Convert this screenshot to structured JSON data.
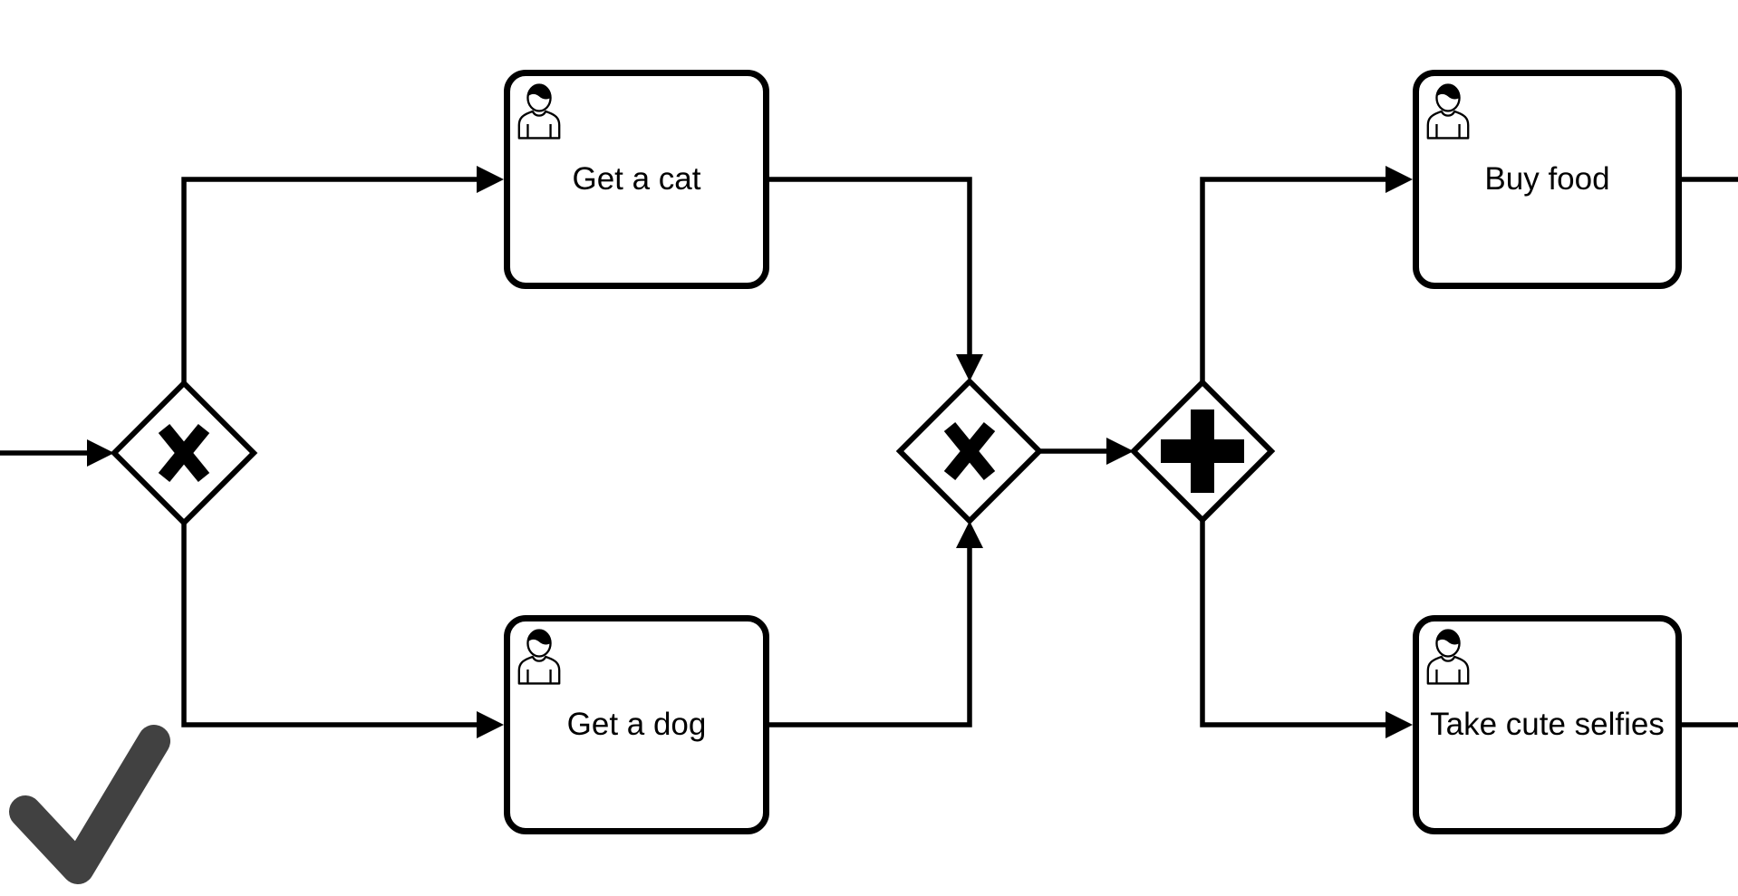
{
  "diagram": {
    "kind": "bpmn-process",
    "background_color": "#ffffff",
    "stroke_color": "#000000",
    "tasks": [
      {
        "id": "get-a-cat",
        "label": "Get a cat",
        "type": "user-task",
        "icon": "user-icon"
      },
      {
        "id": "get-a-dog",
        "label": "Get a dog",
        "type": "user-task",
        "icon": "user-icon"
      },
      {
        "id": "buy-food",
        "label": "Buy food",
        "type": "user-task",
        "icon": "user-icon"
      },
      {
        "id": "take-cute-selfies",
        "label": "Take cute selfies",
        "type": "user-task",
        "icon": "user-icon"
      }
    ],
    "gateways": [
      {
        "id": "exclusive-split",
        "type": "exclusive",
        "marker": "X",
        "role": "split"
      },
      {
        "id": "exclusive-join",
        "type": "exclusive",
        "marker": "X",
        "role": "join"
      },
      {
        "id": "parallel-split",
        "type": "parallel",
        "marker": "+",
        "role": "split"
      }
    ],
    "flows": [
      {
        "from": "left-edge (cropped)",
        "to": "exclusive-split",
        "arrowhead": true
      },
      {
        "from": "exclusive-split",
        "to": "get-a-cat",
        "arrowhead": true
      },
      {
        "from": "exclusive-split",
        "to": "get-a-dog",
        "arrowhead": true
      },
      {
        "from": "get-a-cat",
        "to": "exclusive-join",
        "arrowhead": true
      },
      {
        "from": "get-a-dog",
        "to": "exclusive-join",
        "arrowhead": true
      },
      {
        "from": "exclusive-join",
        "to": "parallel-split",
        "arrowhead": true
      },
      {
        "from": "parallel-split",
        "to": "buy-food",
        "arrowhead": true
      },
      {
        "from": "parallel-split",
        "to": "take-cute-selfies",
        "arrowhead": true
      },
      {
        "from": "buy-food",
        "to": "right-edge (cropped)",
        "arrowhead": false
      },
      {
        "from": "take-cute-selfies",
        "to": "right-edge (cropped)",
        "arrowhead": false
      }
    ],
    "overlay": {
      "icon": "checkmark-icon",
      "color": "#414141",
      "position": "bottom-left"
    }
  }
}
